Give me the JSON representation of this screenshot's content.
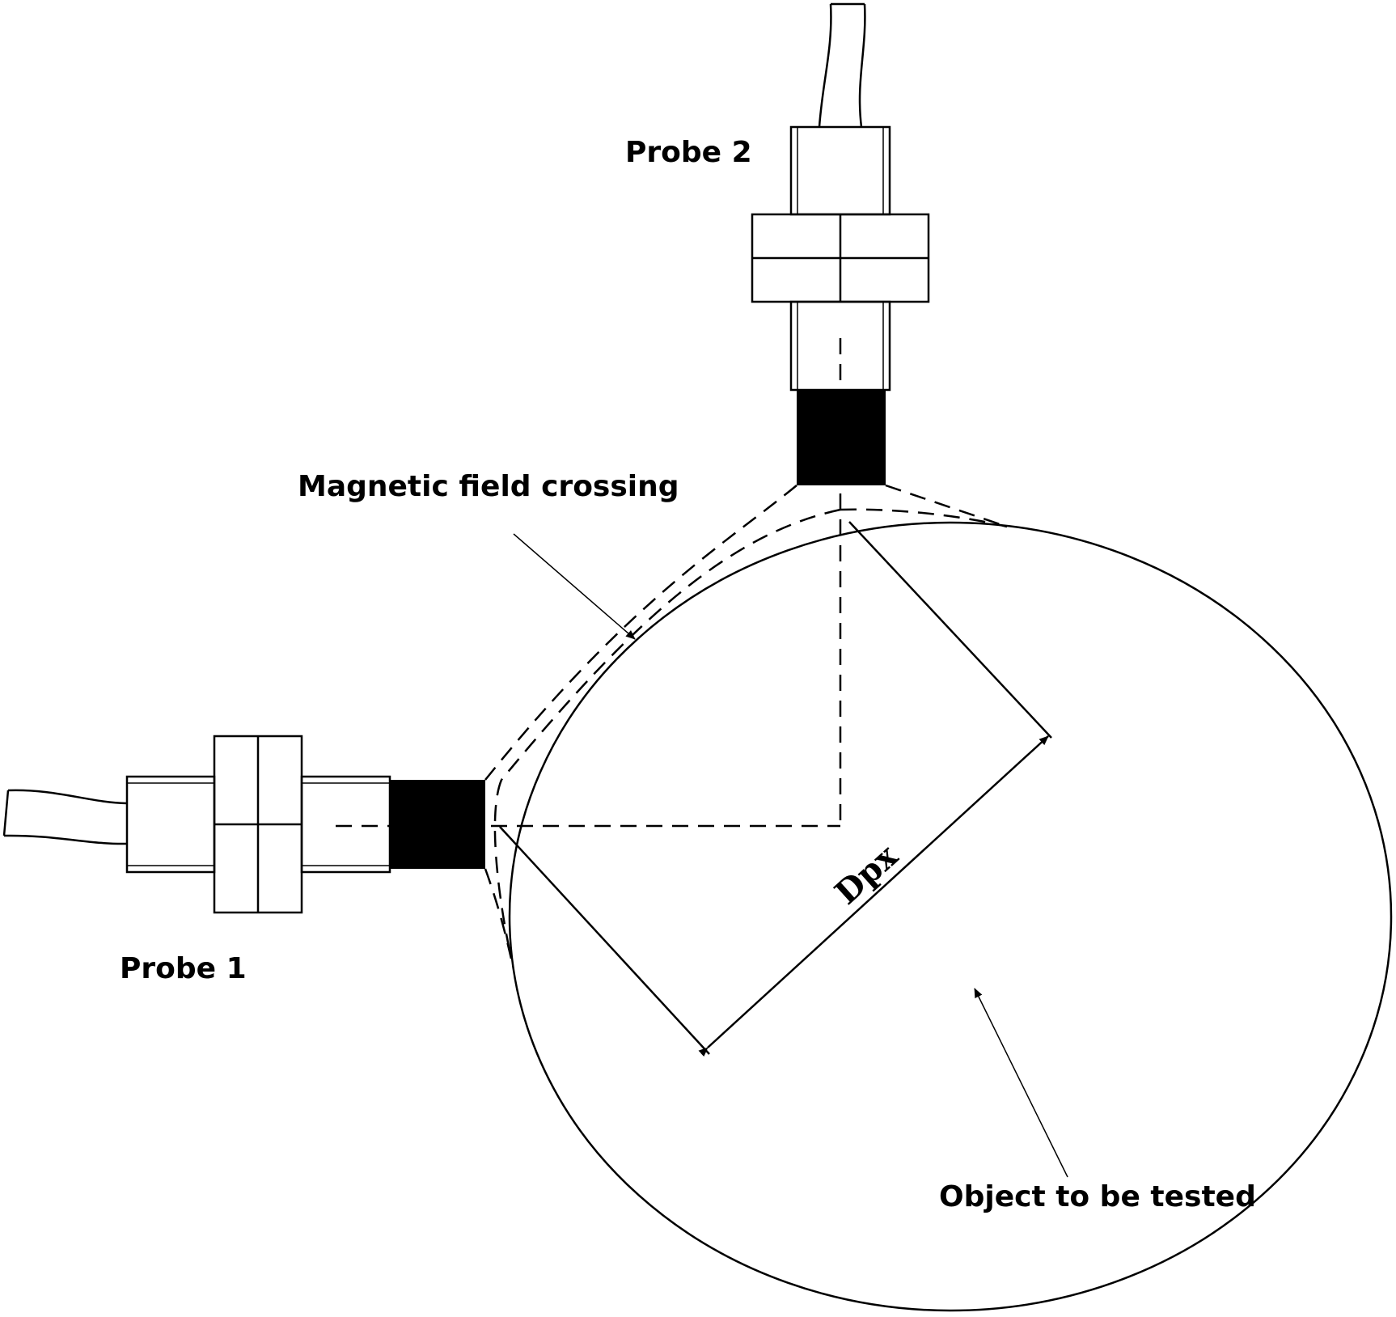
{
  "labels": {
    "probe2": "Probe 2",
    "probe1": "Probe 1",
    "field": "Magnetic field crossing",
    "object": "Object to be tested",
    "dimension": "Dpx"
  },
  "colors": {
    "line": "#000000",
    "sensor_face": "#000000",
    "background": "#ffffff"
  }
}
